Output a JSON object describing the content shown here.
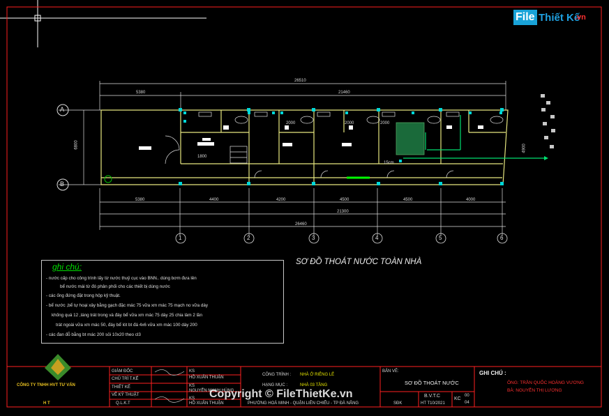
{
  "watermark": {
    "logo_a": "File",
    "logo_b": "Thiết Kế",
    "logo_c": ".vn",
    "copyright": "Copyright © FileThietKe.vn"
  },
  "dims": {
    "total": "26510",
    "left": "5380",
    "right": "21460",
    "height": "6800",
    "right_h": "4900",
    "bottom": [
      "5380",
      "4400",
      "4200",
      "4500",
      "4500",
      "4000"
    ],
    "bottom_sub": "21300",
    "bottom_total": "26460"
  },
  "grid": {
    "rows": [
      "A",
      "B"
    ],
    "cols": [
      "1",
      "2",
      "3",
      "4",
      "5",
      "6"
    ]
  },
  "room_labels": [
    "1800",
    "2000",
    "2000",
    "2000",
    "15cm"
  ],
  "drawing_title": "SƠ ĐỒ THOÁT NƯỚC TOÀN NHÀ",
  "notes": {
    "title": "ghi chú:",
    "lines": [
      "- nước cấp cho công trình lấy từ nước thuỷ cục vào BNN.. dùng bơm đưa lên",
      "bể nước mái từ đó phân phối cho các thiết bị dùng nước",
      "- các ống đứng đặt trong hộp kỹ thuật.",
      "- bể nước ,bể tự hoại xây bằng gạch đặc mác 75 vữa xm mác 75 mạch no vữa dày",
      "khống quá 12 ,láng trát trong và đáy bể vữa xm mác 75 dày 25 chia làm 2 lần",
      "trát ngoài vữa xm mác 50, đáy bể lót bt đá 4x6 vữa xm mác 100 dày 200",
      "- các đan đỗ bằng bt mác 200 sỏi 10x20 theo cl3"
    ]
  },
  "title_block": {
    "company": "CÔNG TY TNHH HVT TƯ VẤN",
    "company_sub": "H T",
    "roles": [
      "GIÁM ĐỐC",
      "CHỦ TRÌ T.KẾ",
      "THIẾT KẾ",
      "VẼ KỸ THUẬT",
      "Q.L.K.T"
    ],
    "people": [
      "HỒ XUÂN THUẬN",
      "NGUYỄN MẠNH HÙNG",
      "HỒ XUÂN THUẬN"
    ],
    "people_prefix": [
      "KS",
      "KS",
      "KS"
    ],
    "project_label": "CÔNG TRÌNH :",
    "project": "NHÀ Ở RIÊNG LẺ",
    "item_label": "HẠNG MỤC :",
    "item": "NHÀ 03 TẦNG",
    "address": "PHƯỜNG HOÀ MINH - QUẬN LIÊN CHIỂU - TP ĐÀ NẴNG",
    "sheet_label": "BẢN VẼ:",
    "sheet": "SƠ ĐỒ THOÁT NƯỚC",
    "bvtc": "B.V.T.C",
    "kc": "KC",
    "kc_no": "00",
    "kc_no2": "04",
    "date_label": "SĐK",
    "date": "HT T10/2021",
    "ghichu": "GHI CHÚ :",
    "owners": [
      "ÔNG: TRẦN QUỐC HOÀNG VƯƠNG",
      "BÀ: NGUYỄN THỊ LƯƠNG"
    ]
  }
}
